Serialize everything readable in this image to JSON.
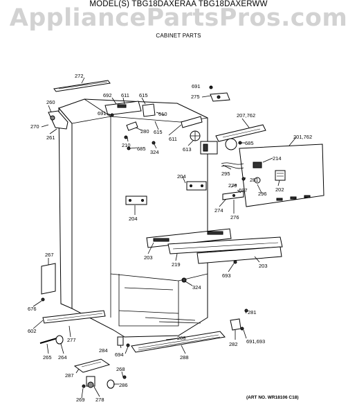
{
  "header": {
    "model_line": "MODEL(S) TBG18DAXERAA TBG18DAXERWW",
    "watermark": "AppliancePartsPros.com",
    "section": "CABINET PARTS"
  },
  "footer": {
    "art_no": "(ART NO. WR18106 C18)"
  },
  "callouts": [
    "272",
    "691",
    "275",
    "692",
    "611",
    "615",
    "260",
    "691",
    "610",
    "270",
    "280",
    "615",
    "207,762",
    "261",
    "611",
    "210",
    "685",
    "324",
    "613",
    "685",
    "201,762",
    "214",
    "295",
    "204",
    "281",
    "279",
    "697",
    "202",
    "296",
    "204",
    "274",
    "276",
    "203",
    "219",
    "203",
    "267",
    "693",
    "324",
    "676",
    "281",
    "602",
    "277",
    "282",
    "265",
    "264",
    "288",
    "691,693",
    "284",
    "694",
    "288",
    "287",
    "268",
    "269",
    "278",
    "286"
  ]
}
